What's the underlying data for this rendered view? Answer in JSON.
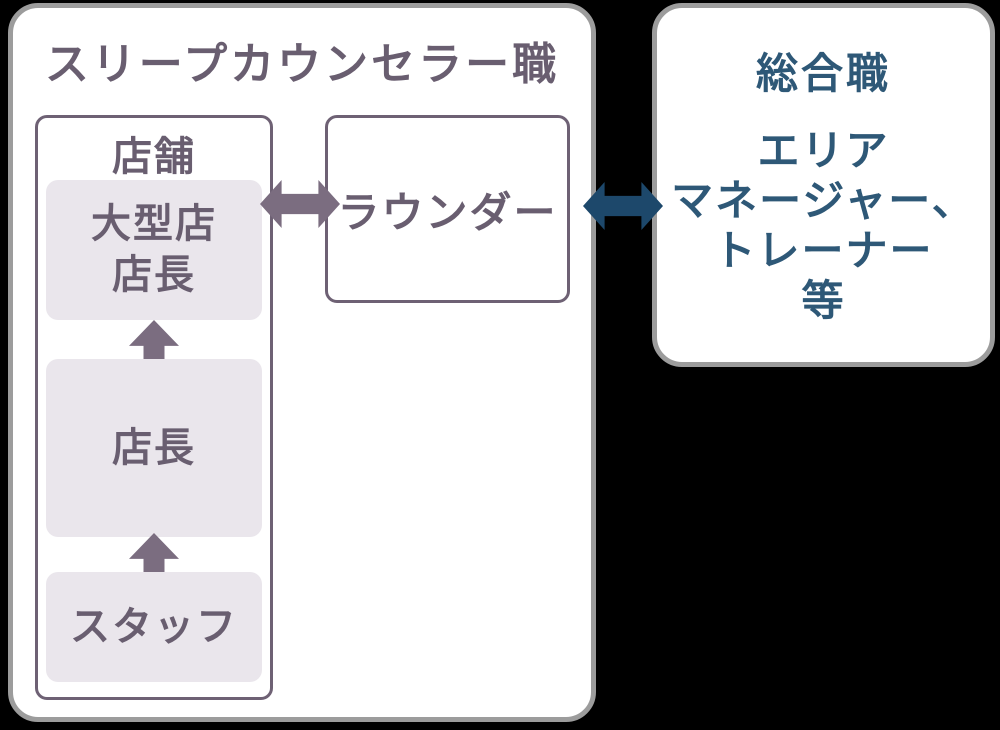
{
  "colors": {
    "page_bg": "#000000",
    "panel_bg": "#ffffff",
    "panel_outline": "#9c9c9c",
    "purple_text": "#695e70",
    "purple_border": "#6e6174",
    "purple_arrow": "#7b6d80",
    "level_fill": "#eae6ec",
    "navy_text": "#2e5877",
    "navy_arrow": "#1d486b"
  },
  "sleep_counselor_panel": {
    "title": "スリープカウンセラー職",
    "store_group": {
      "title": "店舗",
      "levels": [
        {
          "label": "大型店\n店長"
        },
        {
          "label": "店長"
        },
        {
          "label": "スタッフ"
        }
      ]
    },
    "rounder": {
      "label": "ラウンダー"
    }
  },
  "general_panel": {
    "title": "総合職",
    "lines": [
      "エリア",
      "マネージャー、",
      "トレーナー",
      "等"
    ]
  },
  "icons": {
    "up_arrow": "promotion-up-arrow",
    "purple_double_arrow": "store-rounder-transfer-arrow",
    "navy_double_arrow": "counselor-general-transfer-arrow"
  }
}
